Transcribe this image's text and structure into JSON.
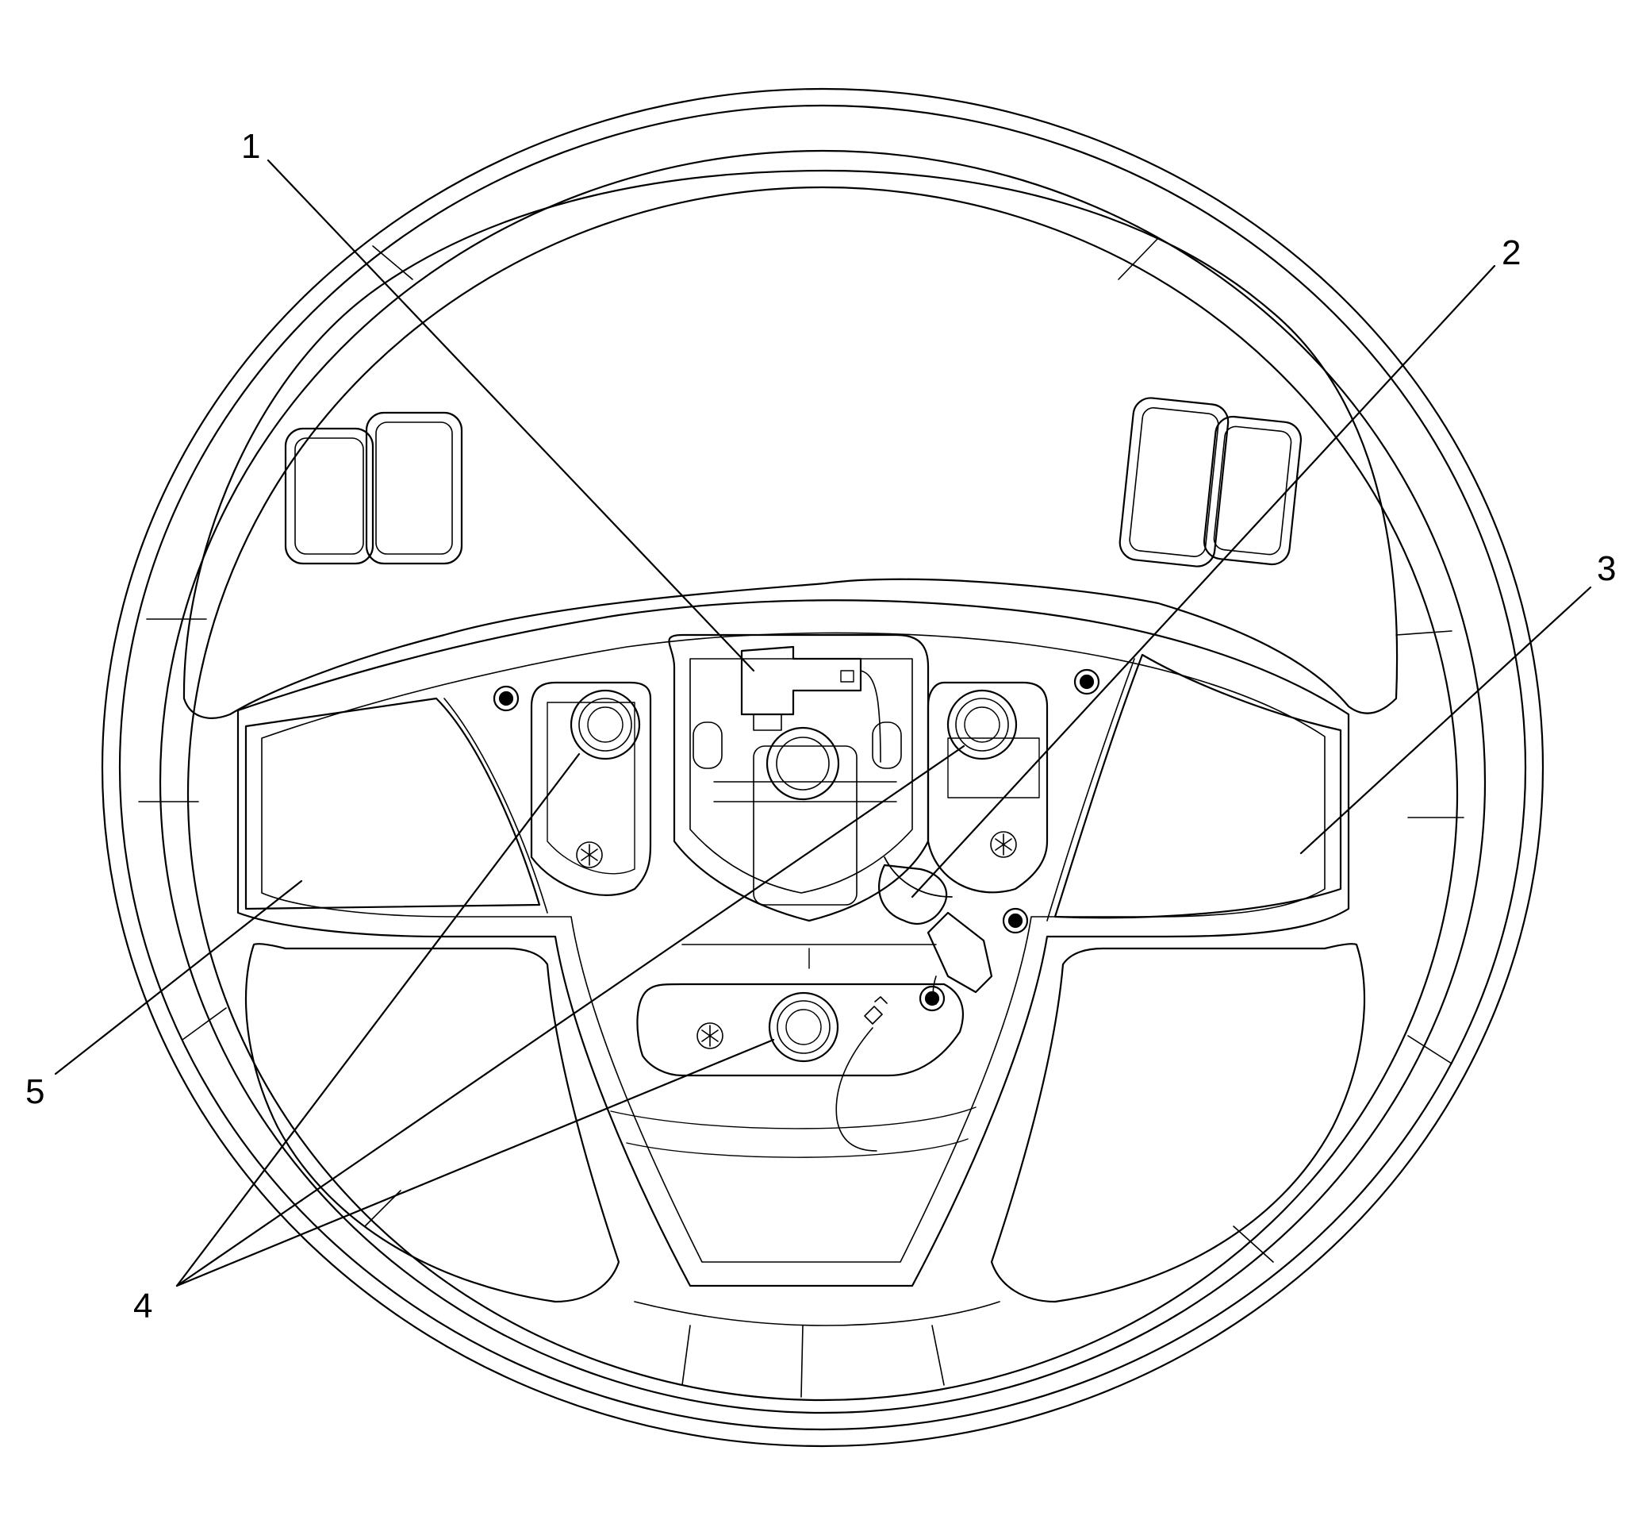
{
  "diagram": {
    "subject": "steering-wheel",
    "colors": {
      "line": "#000000",
      "background": "#ffffff"
    },
    "callouts": [
      {
        "id": "c1",
        "label": "1"
      },
      {
        "id": "c2",
        "label": "2"
      },
      {
        "id": "c3",
        "label": "3"
      },
      {
        "id": "c4",
        "label": "4"
      },
      {
        "id": "c5",
        "label": "5"
      }
    ]
  }
}
